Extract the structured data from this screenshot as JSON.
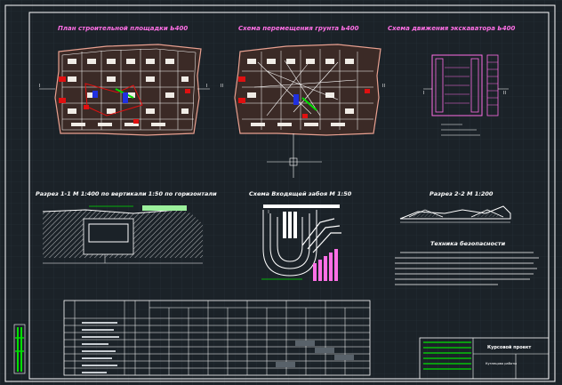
{
  "drawing": {
    "titles": {
      "site_plan": "План строительной площадки Ь400",
      "soil_scheme": "Схема перемещения грунта Ь400",
      "excavator_scheme": "Схема движения экскаватора Ь400",
      "section_1": "Разрез 1-1 М 1:400 по вертикали 1:50 по горизонтали",
      "pit_scheme": "Схема Входящей забоя М 1:50",
      "section_2": "Разрез 2-2 М 1:200",
      "safety": "Техника безопасности"
    },
    "marks": {
      "left_i": "I",
      "right_i": "I",
      "left_ii": "II",
      "right_ii": "II",
      "ex_left": "I",
      "ex_right": "II"
    },
    "stamp": {
      "title": "Курсовой проект",
      "subtitle": "Кузнецова работы"
    },
    "colors": {
      "background": "#1b2228",
      "accent_magenta": "#ff6fe6",
      "accent_green": "#00e000",
      "line_white": "#ffffff",
      "grid": "#2a333b"
    }
  }
}
